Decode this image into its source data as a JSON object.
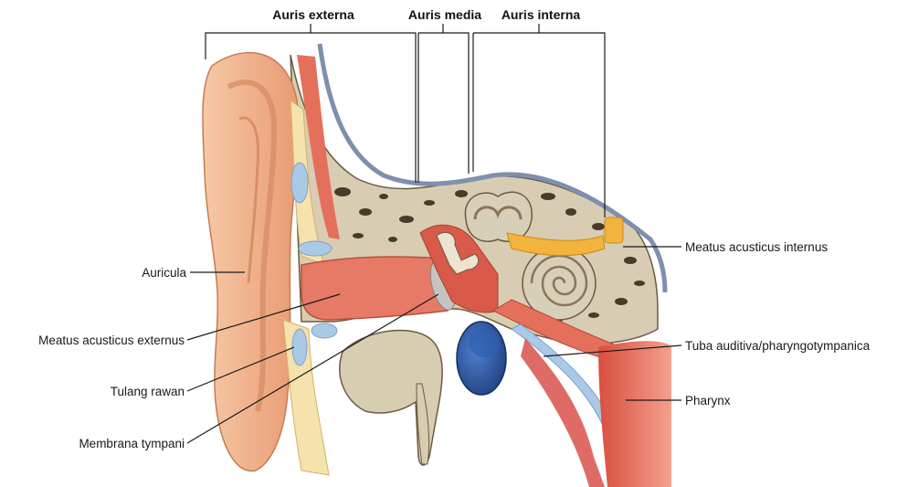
{
  "headers": {
    "externa": "Auris externa",
    "media": "Auris media",
    "interna": "Auris interna"
  },
  "labels": {
    "auricula": "Auricula",
    "meatus_externus": "Meatus acusticus externus",
    "tulang_rawan": "Tulang rawan",
    "membrana_tympani": "Membrana tympani",
    "meatus_internus": "Meatus acusticus internus",
    "tuba_auditiva": "Tuba auditiva/pharyngotympanica",
    "pharynx": "Pharynx"
  },
  "colors": {
    "skin": "#f2b48c",
    "skin_dark": "#e08c62",
    "cartilage": "#f6e3b0",
    "bone": "#d9ceb4",
    "bone_pore": "#4a3a2a",
    "canal": "#e0715e",
    "mucosa": "#d64f3f",
    "vein": "#2c5aa8",
    "nerve": "#f2b43c",
    "cochlea": "#d8cfb8",
    "light_blue": "#a9c9e6"
  }
}
